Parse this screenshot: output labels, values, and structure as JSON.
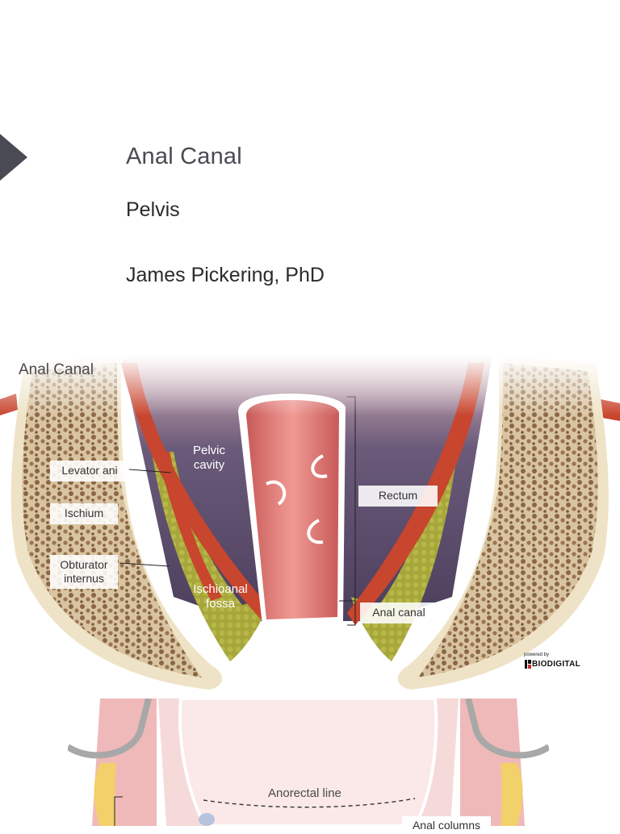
{
  "slide": {
    "title": "Anal Canal",
    "subtitle": "Pelvis",
    "author": "James Pickering, PhD"
  },
  "figure1": {
    "title": "Anal Canal",
    "labels": {
      "levator_ani": "Levator ani",
      "ischium": "Ischium",
      "obturator_internus": "Obturator internus",
      "pelvic_cavity": "Pelvic cavity",
      "ischioanal_fossa": "Ischioanal fossa",
      "rectum": "Rectum",
      "anal_canal": "Anal canal"
    },
    "watermark": {
      "powered_by": "powered by",
      "brand": "BIODIGITAL"
    }
  },
  "figure2": {
    "labels": {
      "anorectal_line": "Anorectal line",
      "anal_columns": "Anal columns"
    }
  },
  "colors": {
    "marker": "#4a4a55",
    "muscle": "#c8452e",
    "bone_outer": "#efe3c7",
    "fat": "#a8a83a",
    "rectum": "#e07a78",
    "cavity": "#5a4d6a"
  }
}
